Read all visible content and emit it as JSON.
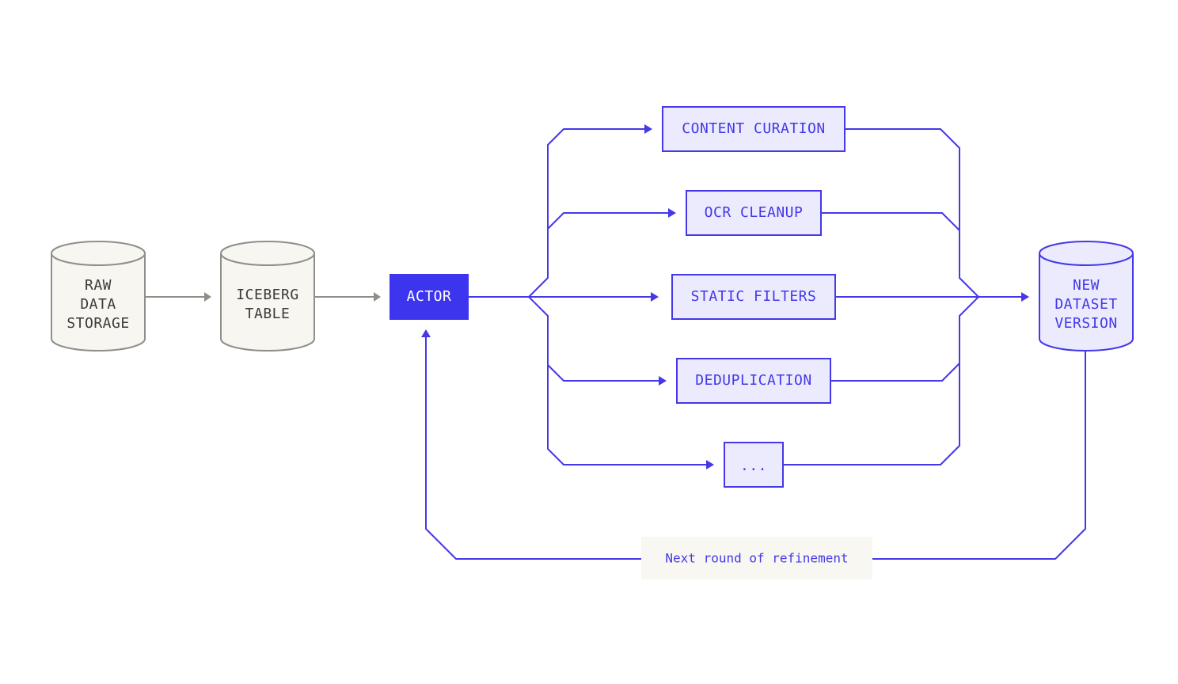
{
  "colors": {
    "accent": "#4438e8",
    "actor_fill": "#3d35ee",
    "step_fill": "#ecebfd",
    "storage_fill": "#f7f6f1",
    "storage_stroke": "#8f8f8a",
    "note_fill": "#f8f7f2"
  },
  "nodes": {
    "raw_data_storage": {
      "lines": [
        "RAW",
        "DATA",
        "STORAGE"
      ]
    },
    "iceberg_table": {
      "lines": [
        "ICEBERG",
        "TABLE"
      ]
    },
    "actor": {
      "label": "ACTOR"
    },
    "new_dataset_version": {
      "lines": [
        "NEW",
        "DATASET",
        "VERSION"
      ]
    }
  },
  "steps": [
    {
      "label": "CONTENT CURATION"
    },
    {
      "label": "OCR CLEANUP"
    },
    {
      "label": "STATIC FILTERS"
    },
    {
      "label": "DEDUPLICATION"
    },
    {
      "label": "..."
    }
  ],
  "feedback": {
    "label": "Next round of refinement"
  }
}
